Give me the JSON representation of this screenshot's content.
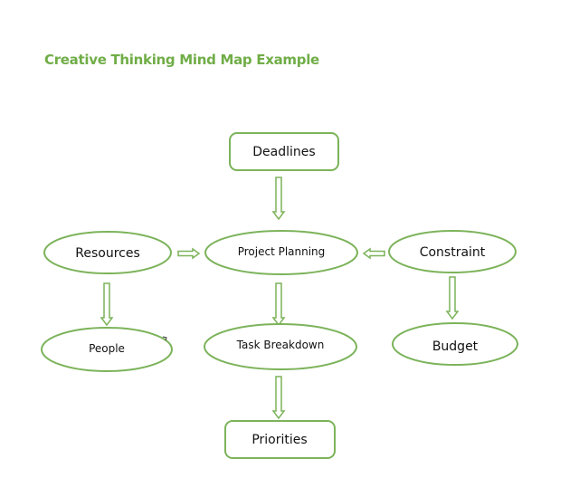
{
  "title": "Creative Thinking Mind Map Example",
  "colors": {
    "accent": "#70ad47",
    "stroke": "#7cb35a",
    "text": "#111111"
  },
  "nodes": {
    "deadlines": "Deadlines",
    "resources": "Resources",
    "project_planning": "Project Planning",
    "constraint": "Constraint",
    "people": "People",
    "task_breakdown": "Task Breakdown",
    "budget": "Budget",
    "priorities": "Priorities"
  }
}
